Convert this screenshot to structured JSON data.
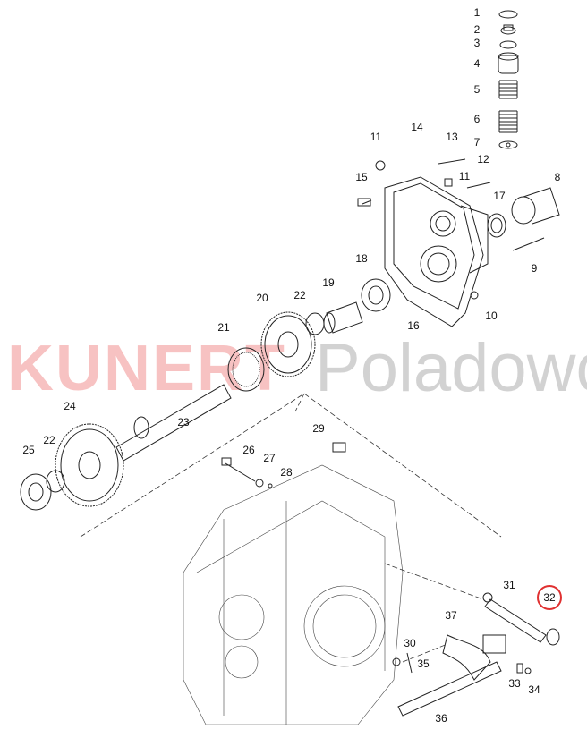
{
  "diagram": {
    "callouts": [
      "1",
      "2",
      "3",
      "4",
      "5",
      "6",
      "7",
      "8",
      "9",
      "10",
      "11",
      "11",
      "12",
      "13",
      "14",
      "15",
      "16",
      "17",
      "18",
      "19",
      "20",
      "21",
      "22",
      "22",
      "23",
      "24",
      "25",
      "26",
      "27",
      "28",
      "29",
      "30",
      "31",
      "32",
      "33",
      "34",
      "35",
      "36",
      "37"
    ],
    "highlighted_callout": "32",
    "highlight_color": "#e03030"
  },
  "watermark": {
    "brand": "KUNERT",
    "location": "Poladowo"
  }
}
